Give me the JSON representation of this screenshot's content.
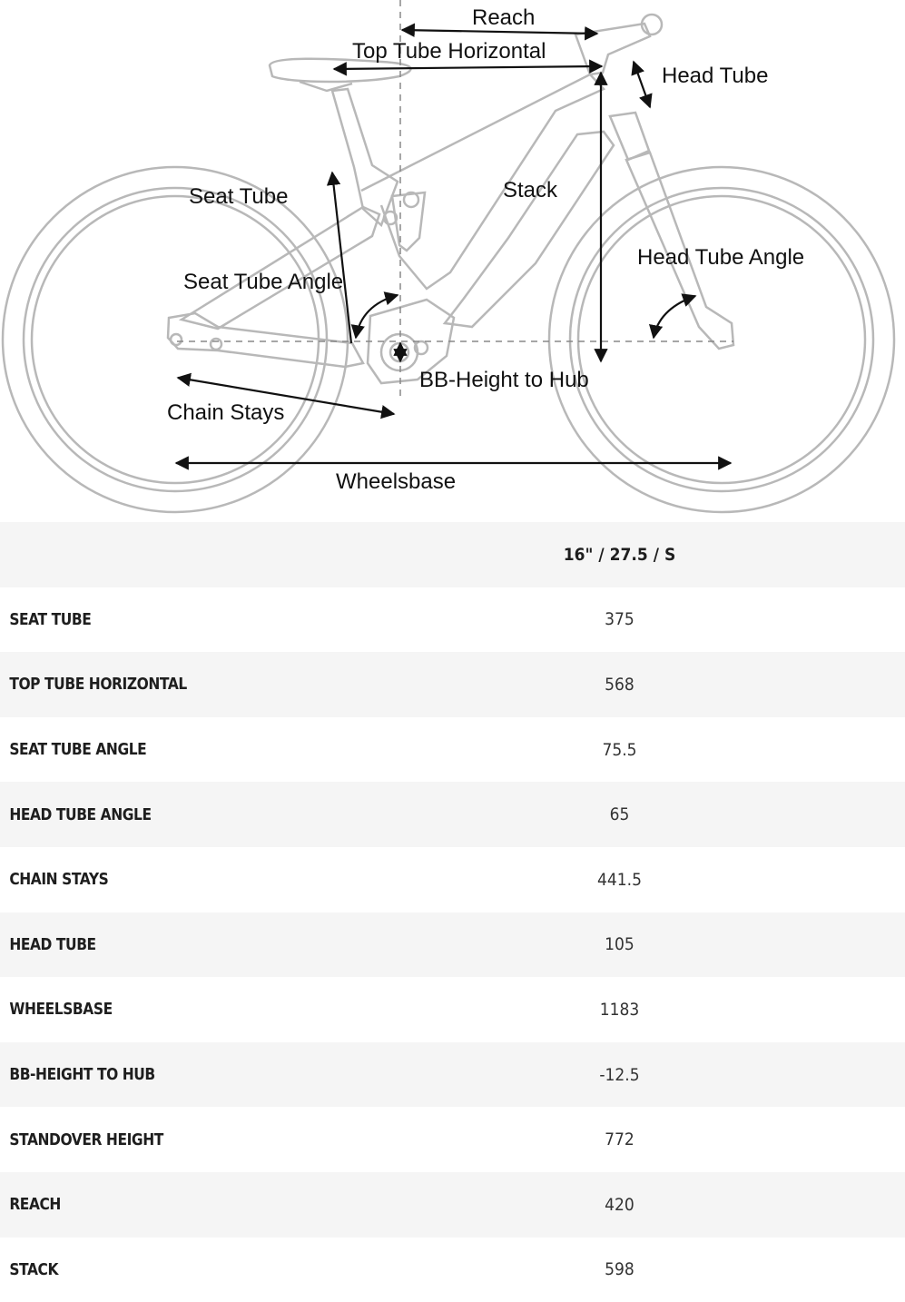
{
  "diagram": {
    "labels": {
      "reach": "Reach",
      "top_tube_horizontal": "Top Tube Horizontal",
      "head_tube": "Head Tube",
      "seat_tube": "Seat Tube",
      "stack": "Stack",
      "head_tube_angle": "Head Tube Angle",
      "seat_tube_angle": "Seat Tube Angle",
      "bb_height_to_hub": "BB-Height to Hub",
      "chain_stays": "Chain Stays",
      "wheelsbase": "Wheelsbase"
    },
    "colors": {
      "frame": "#b8b8b8",
      "arrow": "#111111",
      "dashed": "#888888"
    }
  },
  "table": {
    "size_header": "16\" / 27.5 / S",
    "rows": [
      {
        "name": "SEAT TUBE",
        "value": "375"
      },
      {
        "name": "TOP TUBE HORIZONTAL",
        "value": "568"
      },
      {
        "name": "SEAT TUBE ANGLE",
        "value": "75.5"
      },
      {
        "name": "HEAD TUBE ANGLE",
        "value": "65"
      },
      {
        "name": "CHAIN STAYS",
        "value": "441.5"
      },
      {
        "name": "HEAD TUBE",
        "value": "105"
      },
      {
        "name": "WHEELSBASE",
        "value": "1183"
      },
      {
        "name": "BB-HEIGHT TO HUB",
        "value": "-12.5"
      },
      {
        "name": "STANDOVER HEIGHT",
        "value": "772"
      },
      {
        "name": "REACH",
        "value": "420"
      },
      {
        "name": "STACK",
        "value": "598"
      }
    ]
  }
}
